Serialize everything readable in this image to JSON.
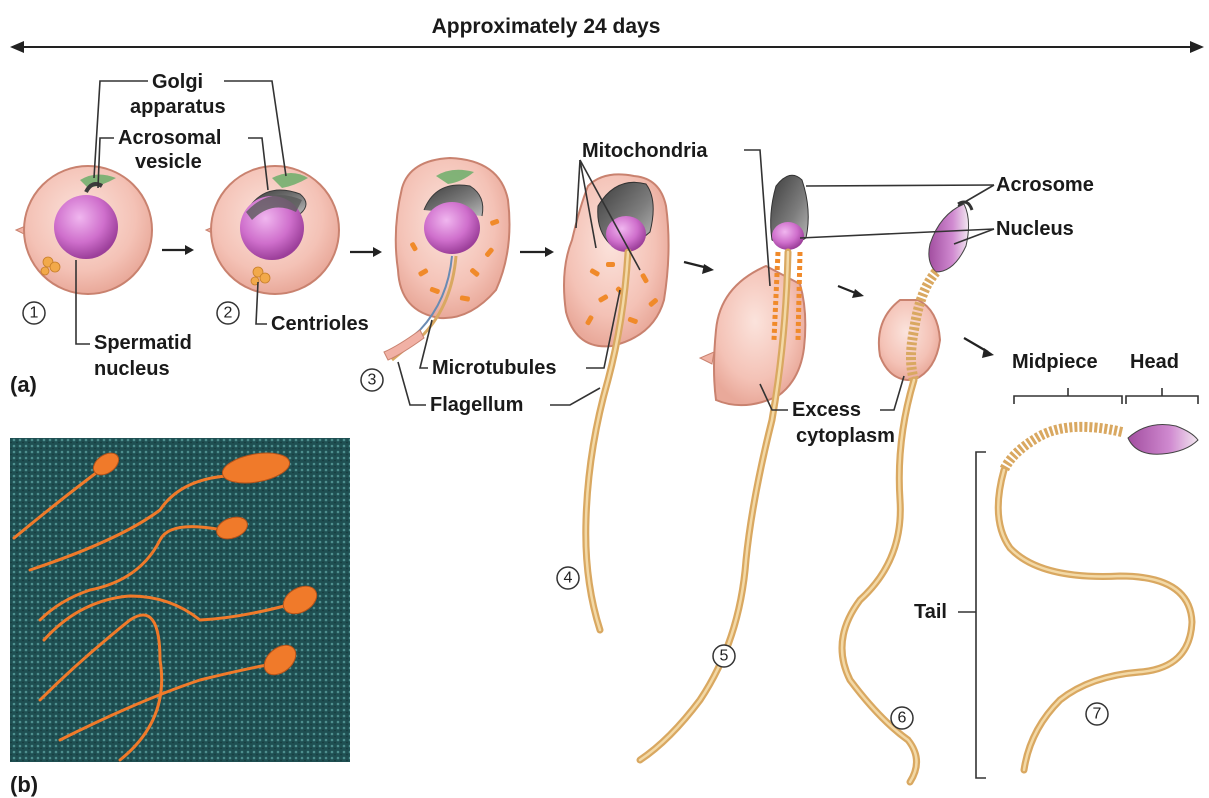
{
  "title": "Approximately 24 days",
  "panels": {
    "a": "(a)",
    "b": "(b)"
  },
  "stages": [
    "1",
    "2",
    "3",
    "4",
    "5",
    "6",
    "7"
  ],
  "labels": {
    "golgi_1": "Golgi",
    "golgi_2": "apparatus",
    "acrosomal_1": "Acrosomal",
    "acrosomal_2": "vesicle",
    "spermatid_1": "Spermatid",
    "spermatid_2": "nucleus",
    "centrioles": "Centrioles",
    "microtubules": "Microtubules",
    "flagellum": "Flagellum",
    "mitochondria": "Mitochondria",
    "acrosome": "Acrosome",
    "nucleus": "Nucleus",
    "excess_1": "Excess",
    "excess_2": "cytoplasm",
    "midpiece": "Midpiece",
    "head": "Head",
    "tail": "Tail"
  },
  "colors": {
    "cell_fill": "#f6c9bf",
    "cell_edge": "#c9826f",
    "nucleus": "#c25fc0",
    "golgi": "#6cae6a",
    "mitochondria": "#f08a2a",
    "tail": "#d9a861",
    "micrograph_bg": "#1f4f52",
    "micrograph_sperm": "#f07a2a"
  }
}
